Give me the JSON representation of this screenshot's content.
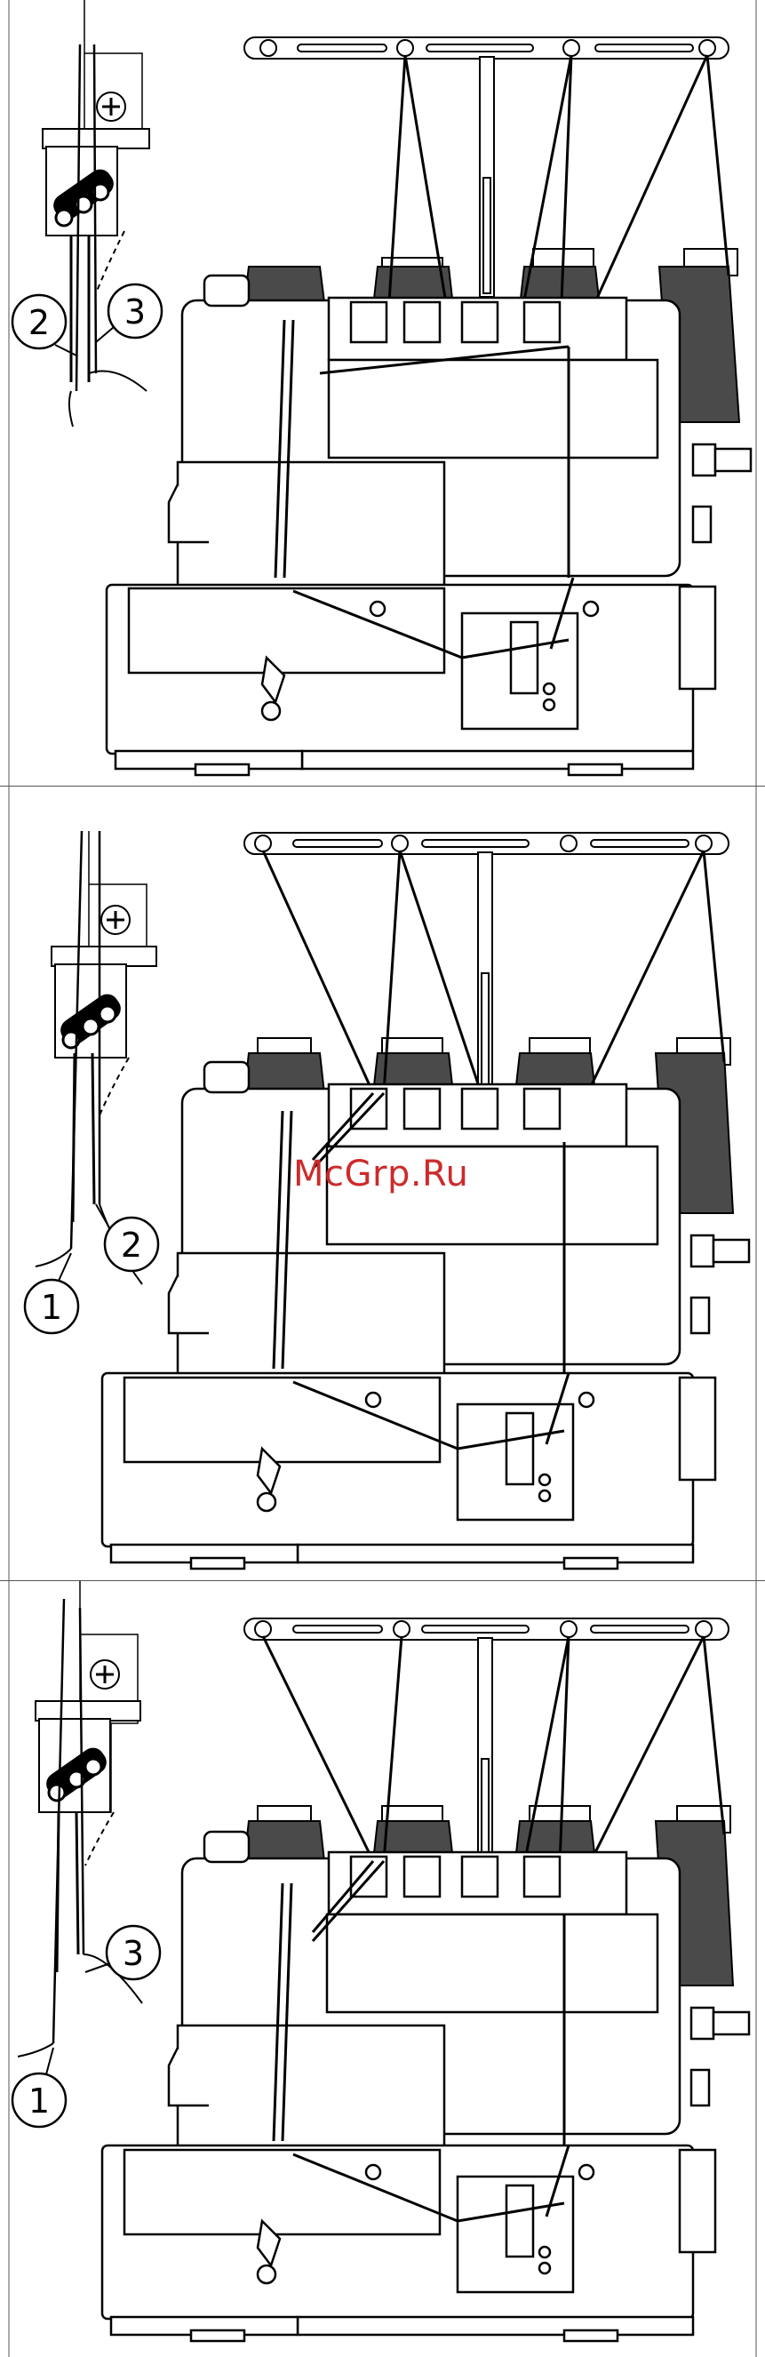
{
  "watermark": "McGrp.Ru",
  "panels": [
    {
      "id": "panel-1",
      "callouts": [
        "2",
        "3"
      ]
    },
    {
      "id": "panel-2",
      "callouts": [
        "1",
        "2"
      ]
    },
    {
      "id": "panel-3",
      "callouts": [
        "1",
        "3"
      ]
    }
  ],
  "colors": {
    "line": "#000000",
    "cone": "#4a4a4a",
    "watermark": "#cc2b2b"
  }
}
